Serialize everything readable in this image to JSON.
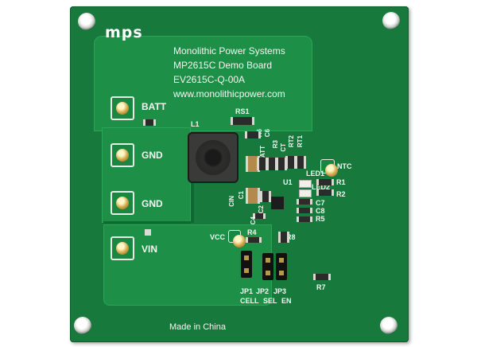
{
  "logo": "mps",
  "title_lines": [
    "Monolithic Power Systems",
    "MP2615C Demo Board",
    "EV2615C-Q-00A",
    "www.monolithicpower.com"
  ],
  "footer": "Made in China",
  "terminals": {
    "batt": "BATT",
    "gnd1": "GND",
    "gnd2": "GND",
    "vin": "VIN"
  },
  "labels": {
    "rs1": "RS1",
    "l1": "L1",
    "r6": "R6",
    "c6": "C6",
    "r3": "R3",
    "cbatt": "CBATT",
    "ct": "CT",
    "rt2": "RT2",
    "rt1": "RT1",
    "ntc": "NTC",
    "led1": "LED1",
    "led2": "LED2",
    "r1": "R1",
    "r2": "R2",
    "u1": "U1",
    "c1": "C1",
    "cin": "CIN",
    "c7": "C7",
    "c8": "C8",
    "r5": "R5",
    "c4": "C4",
    "vcc": "VCC",
    "r4": "R4",
    "r8": "R8",
    "r7": "R7",
    "c2": "C2"
  },
  "jumpers": {
    "jp1": "JP1",
    "jp2": "JP2",
    "jp3": "JP3",
    "cell": "CELL",
    "sel": "SEL",
    "en": "EN"
  }
}
